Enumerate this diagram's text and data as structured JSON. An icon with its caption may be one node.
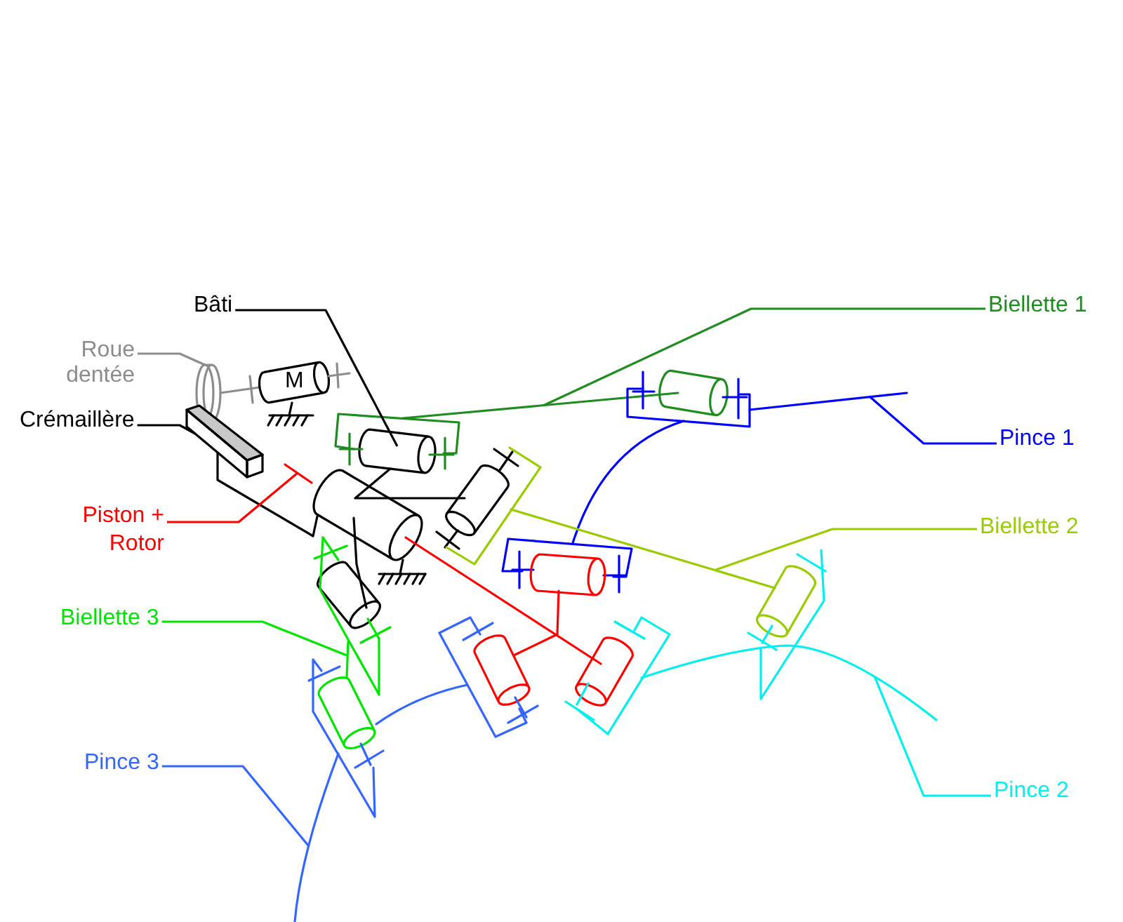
{
  "diagram": {
    "nodes": [
      {
        "text": [
          "Bâti"
        ]
      },
      {
        "text": [
          "Biellette 1"
        ]
      },
      {
        "text": [
          "Roue dentée"
        ]
      },
      {
        "text": [
          "M"
        ]
      },
      {
        "text": [
          "Crémaillère"
        ]
      },
      {
        "text": [
          "Pince 1"
        ]
      },
      {
        "text": [
          "Piston + Rotor"
        ]
      },
      {
        "text": [
          "Biellette 2"
        ]
      },
      {
        "text": [
          "Biellette 3"
        ]
      },
      {
        "text": [
          "Pince 3"
        ]
      },
      {
        "text": [
          "Pince 2"
        ]
      },
      {
        "text": [],
        "shape": "picture"
      },
      {
        "text": [],
        "shape": "picture"
      },
      {
        "text": [],
        "shape": "picture"
      },
      {
        "text": [],
        "shape": "picture"
      },
      {
        "text": [],
        "shape": "picture"
      },
      {
        "text": [],
        "shape": "picture"
      },
      {
        "text": [],
        "shape": "picture"
      },
      {
        "text": [],
        "shape": "picture"
      },
      {
        "text": [],
        "shape": "picture"
      },
      {
        "text": [],
        "shape": "picture"
      }
    ],
    "edges": [
      {
        "from": 0,
        "to": 11,
        "arrow": "none",
        "color": "#000000"
      },
      {
        "from": 1,
        "to": 12,
        "arrow": "none",
        "color": "#1e8c1e"
      },
      {
        "from": 2,
        "to": 13,
        "arrow": "none",
        "color": "#8c8c8c"
      },
      {
        "from": 4,
        "to": 14,
        "arrow": "none",
        "color": "#000000"
      },
      {
        "from": 5,
        "to": 15,
        "arrow": "none",
        "color": "#0000ff"
      },
      {
        "from": 6,
        "to": 16,
        "arrow": "none",
        "color": "#ff0000"
      },
      {
        "from": 7,
        "to": 17,
        "arrow": "none",
        "color": "#99cc00"
      },
      {
        "from": 8,
        "to": 18,
        "arrow": "none",
        "color": "#00e600"
      },
      {
        "from": 9,
        "to": 19,
        "arrow": "none",
        "color": "#3366ff"
      },
      {
        "from": 10,
        "to": 20,
        "arrow": "none",
        "color": "#00f0f0"
      }
    ]
  }
}
